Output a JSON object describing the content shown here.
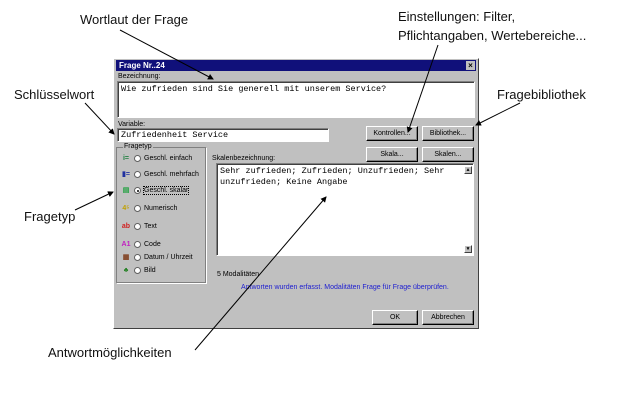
{
  "annotations": {
    "wortlaut": "Wortlaut der Frage",
    "einstellungen_1": "Einstellungen: Filter,",
    "einstellungen_2": "Pflichtangaben, Wertebereiche...",
    "schluesselwort": "Schlüsselwort",
    "fragebibliothek": "Fragebibliothek",
    "fragetyp": "Fragetyp",
    "antwort": "Antwortmöglichkeiten"
  },
  "dialog": {
    "title": "Frage Nr..24",
    "close": "×",
    "bezeichnung_label": "Bezeichnung:",
    "bezeichnung_value": "Wie zufrieden sind Sie generell mit unserem Service?",
    "variable_label": "Variable:",
    "variable_value": "Zufriedenheit Service",
    "buttons": {
      "kontrollen": "Kontrollen...",
      "bibliothek": "Bibliothek...",
      "skala": "Skala...",
      "skalen": "Skalen...",
      "ok": "OK",
      "abbrechen": "Abbrechen"
    },
    "fragetyp_label": "Fragetyp",
    "fragetyp_options": [
      {
        "label": "Geschl. einfach",
        "icon": "list-icon",
        "selected": false
      },
      {
        "label": "Geschl. mehrfach",
        "icon": "multi-list-icon",
        "selected": false
      },
      {
        "label": "Geschl. skalar",
        "icon": "scale-icon",
        "selected": true
      },
      {
        "label": "Numerisch",
        "icon": "number-icon",
        "selected": false
      },
      {
        "label": "Text",
        "icon": "text-icon",
        "selected": false
      },
      {
        "label": "Code",
        "icon": "code-icon",
        "selected": false
      },
      {
        "label": "Datum / Uhrzeit",
        "icon": "calendar-icon",
        "selected": false
      },
      {
        "label": "Bild",
        "icon": "image-icon",
        "selected": false
      }
    ],
    "icon_glyphs": [
      "i=",
      "▮=",
      "▤",
      "4⁵",
      "ab",
      "A1",
      "▦",
      "♣"
    ],
    "skalen_label": "Skalenbezeichnung:",
    "skalen_value": "Sehr zufrieden; Zufrieden; Unzufrieden; Sehr unzufrieden; Keine Angabe",
    "modalitaeten": "5 Modalitäten",
    "hint": "Antworten wurden erfasst. Modalitäten Frage für Frage überprüfen."
  }
}
